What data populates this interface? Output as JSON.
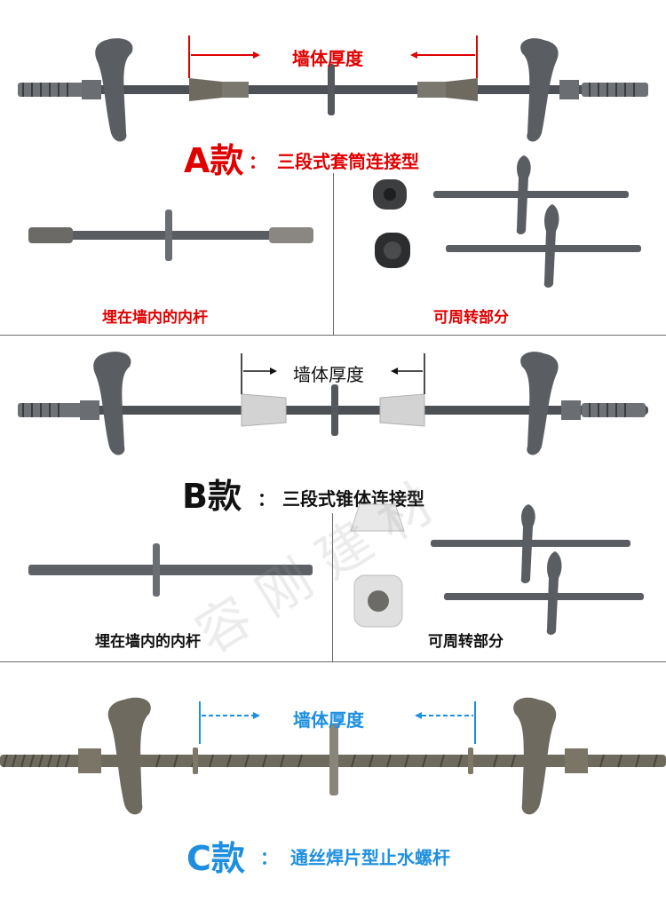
{
  "colors": {
    "a": "#e00000",
    "b": "#111111",
    "c": "#1e8fe0",
    "divider": "#6b6b6b",
    "steel": "#55585c"
  },
  "style_a": {
    "dimension_label": "墙体厚度",
    "name": "A款",
    "colon": "：",
    "description": "三段式套筒连接型",
    "caption_inner_rod": "埋在墙内的内杆",
    "caption_removable": "可周转部分"
  },
  "style_b": {
    "dimension_label": "墙体厚度",
    "name": "B款",
    "colon": "：",
    "description": "三段式锥体连接型",
    "caption_inner_rod": "埋在墙内的内杆",
    "caption_removable": "可周转部分"
  },
  "style_c": {
    "dimension_label": "墙体厚度",
    "name": "C款",
    "colon": "：",
    "description": "通丝焊片型止水螺杆"
  },
  "watermark": "容刚建材"
}
